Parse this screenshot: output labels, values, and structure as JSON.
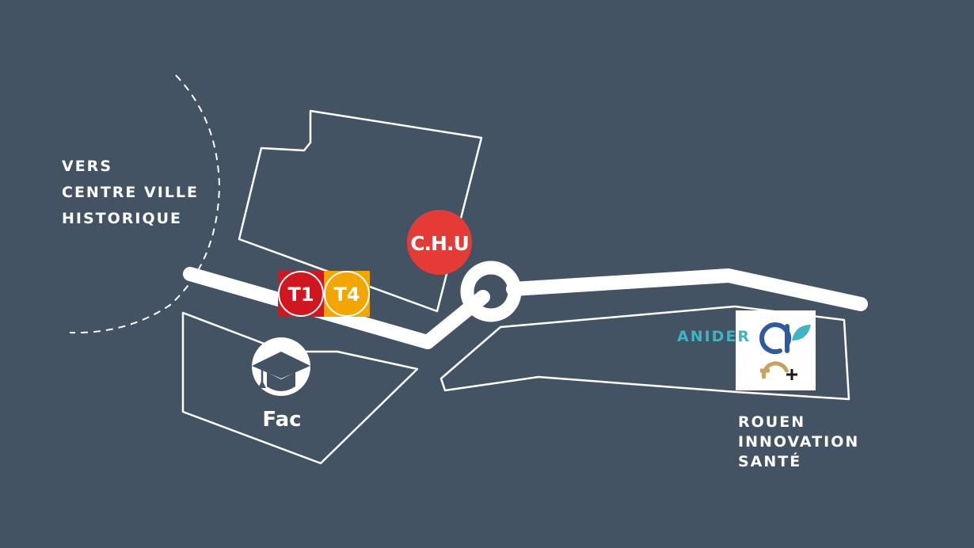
{
  "labels": {
    "vers_lines": [
      "VERS",
      "CENTRE VILLE",
      "HISTORIQUE"
    ],
    "rouen_lines": [
      "ROUEN",
      "INNOVATION",
      "SANTÉ"
    ],
    "anider": "ANIDER",
    "fac": "Fac",
    "chu": "C.H.U"
  },
  "tram_lines": [
    {
      "label": "T1",
      "color": "#d0161e"
    },
    {
      "label": "T4",
      "color": "#f3a500"
    }
  ],
  "icons": {
    "fac": "graduation-cap-icon",
    "anider_logo": "anider-logo-icon"
  },
  "colors": {
    "background": "#435364",
    "chu": "#e53b36",
    "anider_text": "#3fb4c4",
    "logo_blue": "#2f5aa0",
    "logo_teal": "#3fb4c4",
    "logo_gold": "#c9a060",
    "lines": "#ffffff"
  }
}
